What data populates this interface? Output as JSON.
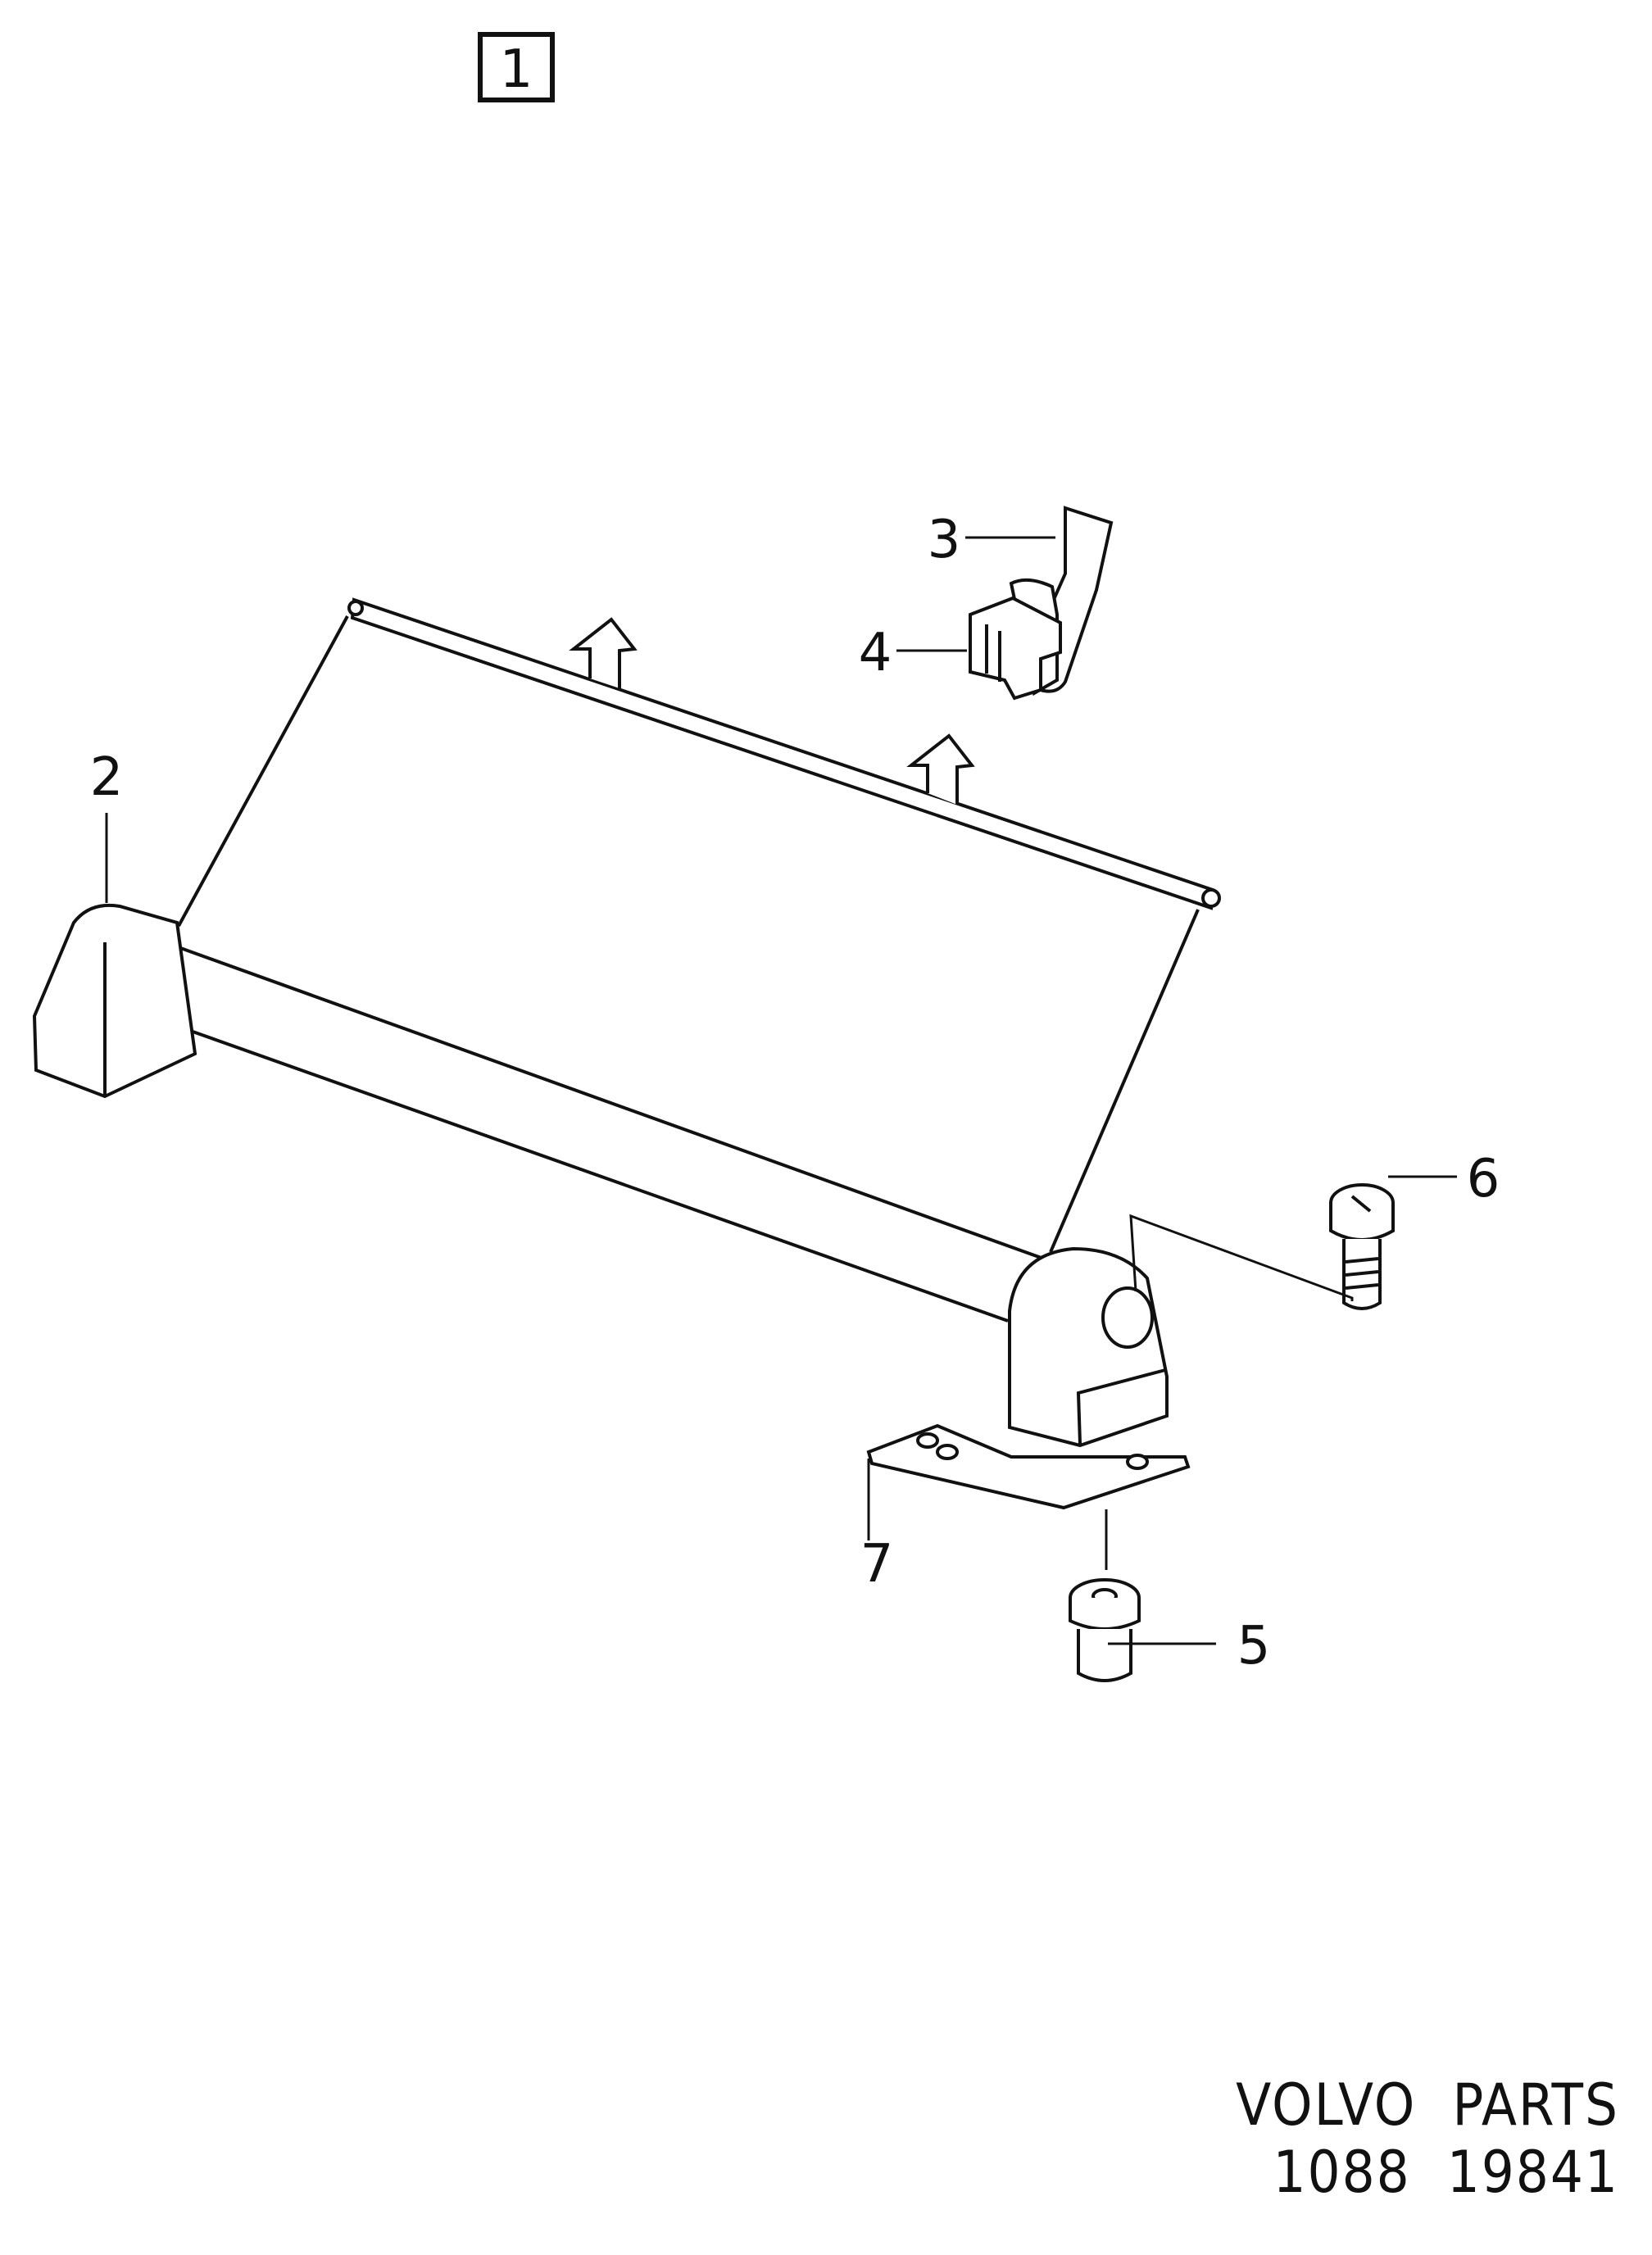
{
  "figure": {
    "group_number": "1",
    "callouts": [
      {
        "id": "callout-1",
        "label": "1"
      },
      {
        "id": "callout-2",
        "label": "2"
      },
      {
        "id": "callout-3",
        "label": "3"
      },
      {
        "id": "callout-4",
        "label": "4"
      },
      {
        "id": "callout-5",
        "label": "5"
      },
      {
        "id": "callout-6",
        "label": "6"
      },
      {
        "id": "callout-7",
        "label": "7"
      }
    ]
  },
  "footer": {
    "brand_line": "VOLVO  PARTS",
    "code_line": "1088  19841"
  }
}
